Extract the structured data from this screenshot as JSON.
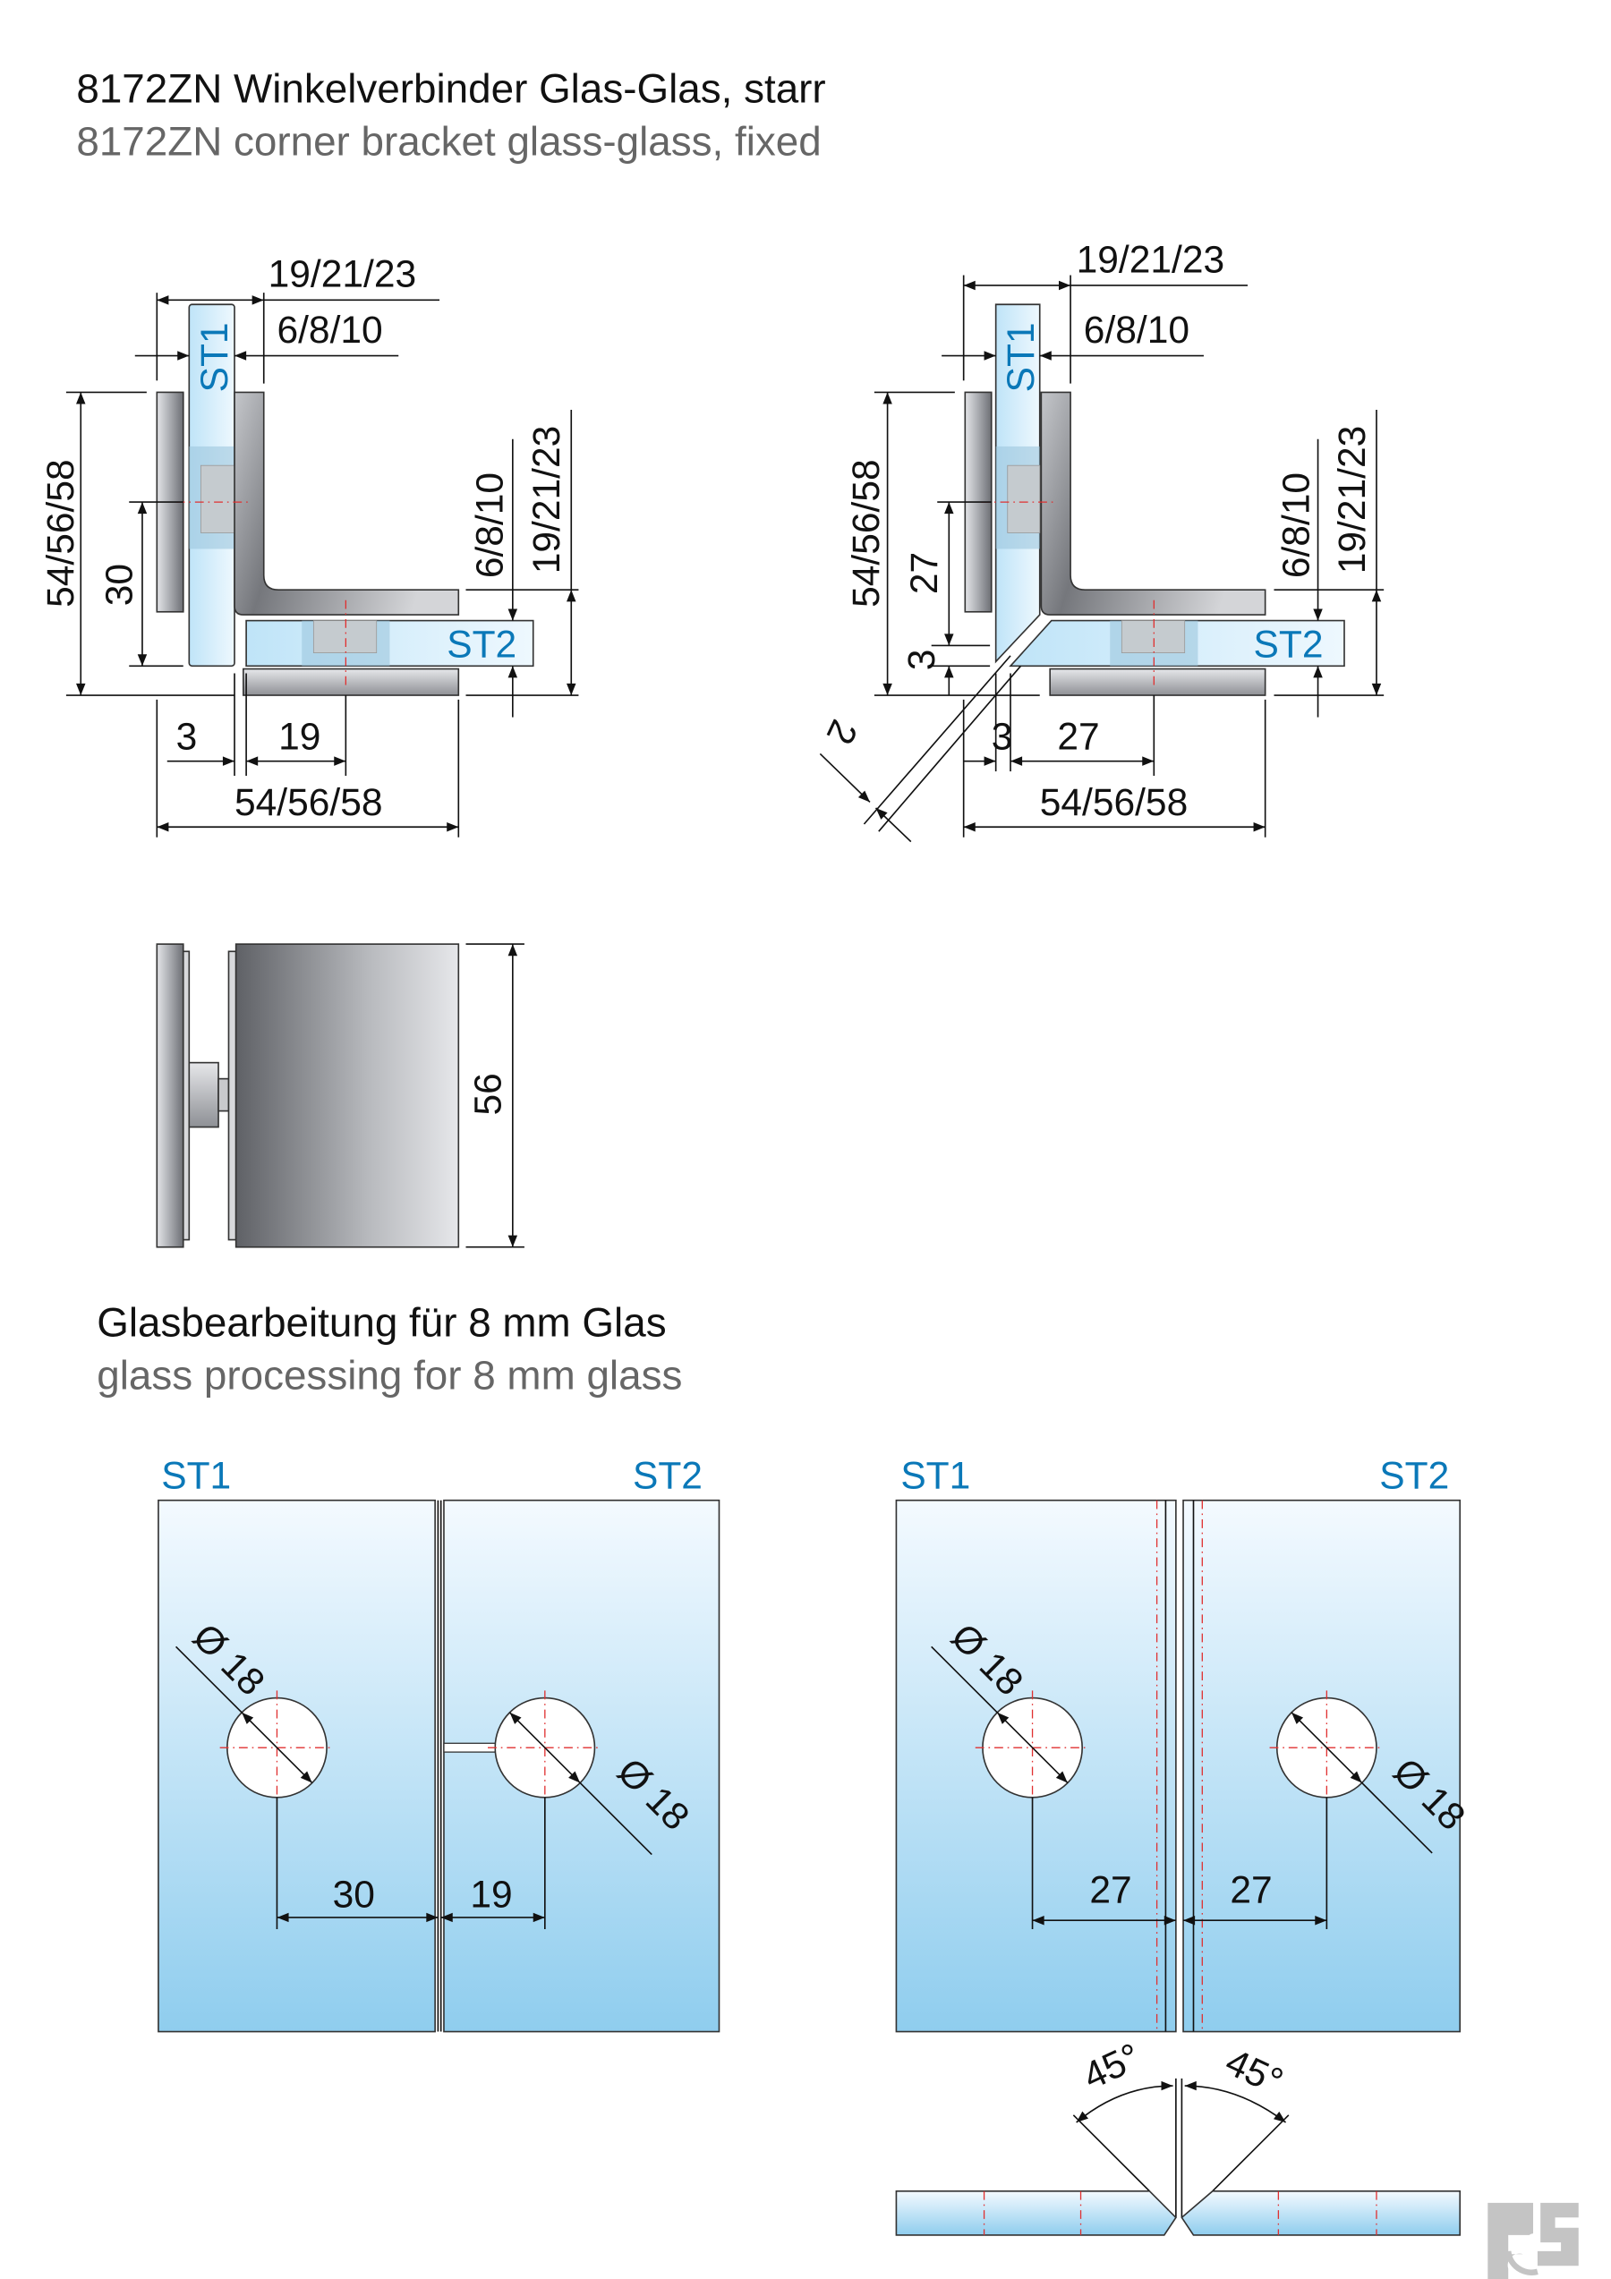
{
  "header": {
    "title_de": "8172ZN Winkelverbinder Glas-Glas, starr",
    "title_en": "8172ZN corner bracket glass-glass, fixed"
  },
  "view_straight": {
    "glass1": "ST1",
    "glass2": "ST2",
    "dim_top_outer": "19/21/23",
    "dim_top_inner": "6/8/10",
    "dim_left_total": "54/56/58",
    "dim_left_hole": "30",
    "dim_right_inner": "6/8/10",
    "dim_right_outer": "19/21/23",
    "dim_bottom_gap": "3",
    "dim_bottom_hole": "19",
    "dim_bottom_total": "54/56/58"
  },
  "view_mitre": {
    "glass1": "ST1",
    "glass2": "ST2",
    "dim_top_outer": "19/21/23",
    "dim_top_inner": "6/8/10",
    "dim_left_total": "54/56/58",
    "dim_left_hole": "27",
    "dim_left_gap": "3",
    "dim_right_inner": "6/8/10",
    "dim_right_outer": "19/21/23",
    "dim_joint": "2",
    "dim_bottom_gap": "3",
    "dim_bottom_hole": "27",
    "dim_bottom_total": "54/56/58"
  },
  "view_side": {
    "dim_height": "56"
  },
  "processing": {
    "title_de": "Glasbearbeitung für 8 mm Glas",
    "title_en": "glass processing for 8 mm glass",
    "left": {
      "label1": "ST1",
      "label2": "ST2",
      "hole1": "Ø 18",
      "hole2": "Ø 18",
      "dist1": "30",
      "dist2": "19"
    },
    "right": {
      "label1": "ST1",
      "label2": "ST2",
      "hole1": "Ø 18",
      "hole2": "Ø 18",
      "dist1": "27",
      "dist2": "27",
      "angle1": "45°",
      "angle2": "45°"
    }
  },
  "logo": {
    "text": "RS"
  },
  "colors": {
    "accent": "#0a78b8",
    "glass_top": "#f2f9fe",
    "glass_bottom": "#8fcdee",
    "metal": "#9a9ca0"
  }
}
